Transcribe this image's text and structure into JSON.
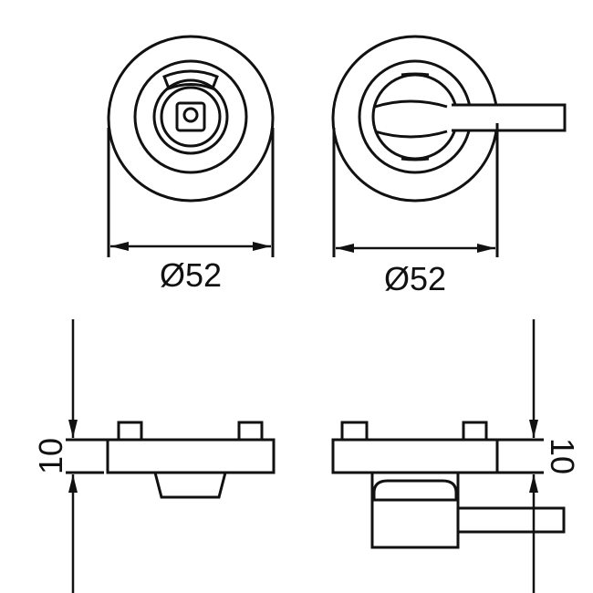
{
  "dimensions": {
    "front_left_diameter": "Ø52",
    "front_right_diameter": "Ø52",
    "side_left_thickness": "10",
    "side_right_thickness": "10"
  },
  "colors": {
    "line": "#111111",
    "background": "#ffffff"
  }
}
